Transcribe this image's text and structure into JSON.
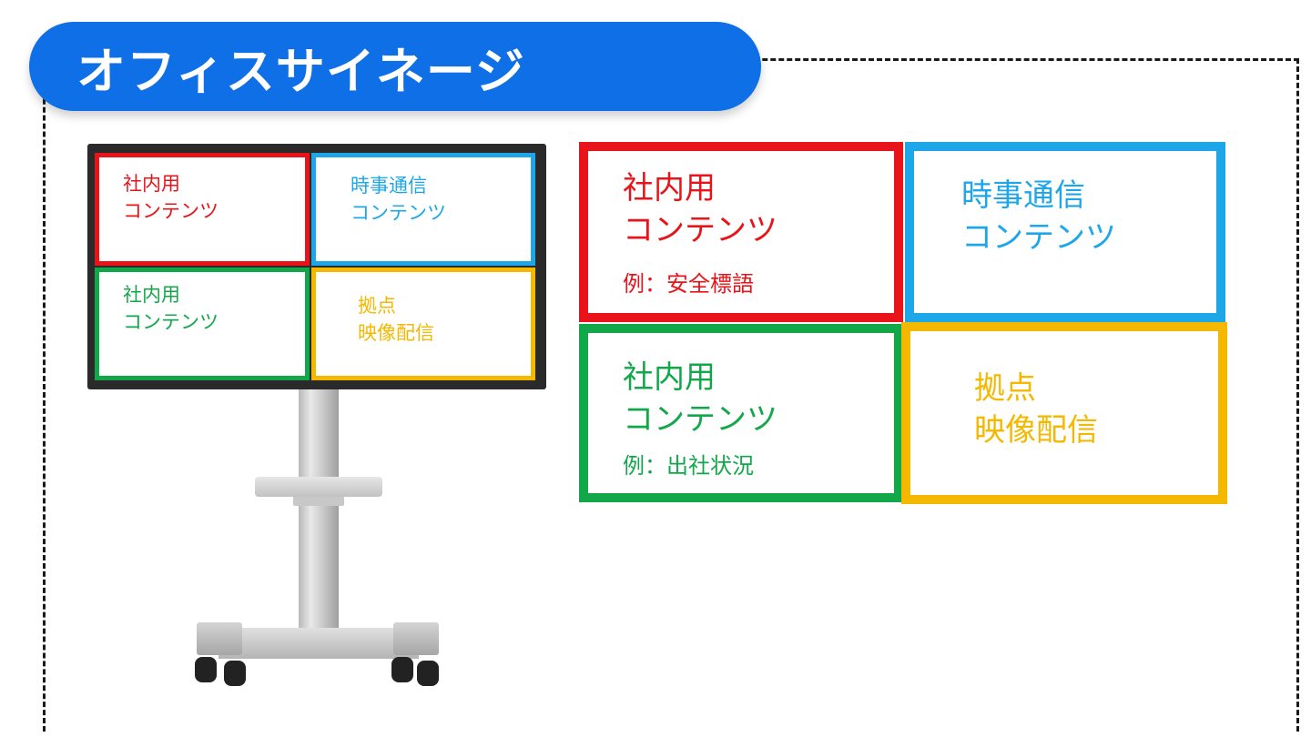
{
  "title": "オフィスサイネージ",
  "colors": {
    "title_bg": "#0f6fe6",
    "red": "#e8141a",
    "blue": "#1ea7e8",
    "green": "#12a84a",
    "yellow": "#f5b800",
    "frame": "#1a1a1a"
  },
  "monitor": {
    "panels": [
      {
        "id": "red",
        "text": "社内用\nコンテンツ"
      },
      {
        "id": "blue",
        "text": "時事通信\nコンテンツ"
      },
      {
        "id": "green",
        "text": "社内用\nコンテンツ"
      },
      {
        "id": "yellow",
        "text": "拠点\n映像配信"
      }
    ]
  },
  "diagram": {
    "boxes": [
      {
        "id": "red",
        "text": "社内用\nコンテンツ",
        "example": "例：安全標語"
      },
      {
        "id": "blue",
        "text": "時事通信\nコンテンツ",
        "example": ""
      },
      {
        "id": "green",
        "text": "社内用\nコンテンツ",
        "example": "例：出社状況"
      },
      {
        "id": "yellow",
        "text": "拠点\n映像配信",
        "example": ""
      }
    ]
  }
}
